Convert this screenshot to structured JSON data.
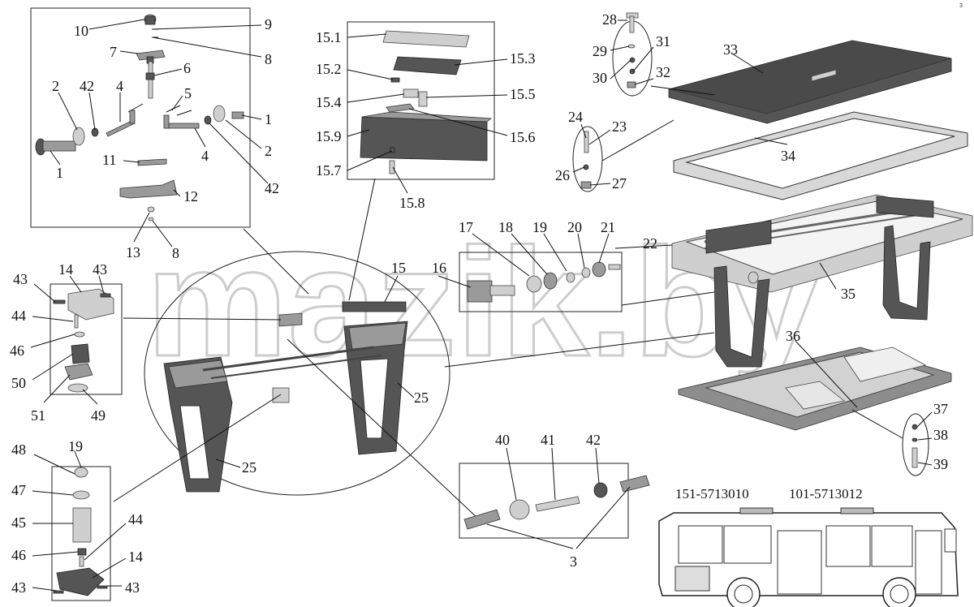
{
  "watermark": "mazik.by",
  "corner_mark": "3",
  "bus_codes": {
    "left": "151-5713010",
    "right": "101-5713012"
  },
  "callouts": {
    "c10": "10",
    "c9": "9",
    "c8a": "8",
    "c7": "7",
    "c6": "6",
    "c2a": "2",
    "c42a": "42",
    "c4a": "4",
    "c5": "5",
    "c1a": "1",
    "c2b": "2",
    "c1b": "1",
    "c4b": "4",
    "c42b": "42",
    "c11": "11",
    "c12": "12",
    "c13": "13",
    "c8b": "8",
    "c151": "15.1",
    "c152": "15.2",
    "c153": "15.3",
    "c154": "15.4",
    "c155": "15.5",
    "c159": "15.9",
    "c156": "15.6",
    "c157": "15.7",
    "c158": "15.8",
    "c28": "28",
    "c29": "29",
    "c31": "31",
    "c30": "30",
    "c32": "32",
    "c33": "33",
    "c24": "24",
    "c23": "23",
    "c26": "26",
    "c27": "27",
    "c34": "34",
    "c17": "17",
    "c18": "18",
    "c19a": "19",
    "c20": "20",
    "c21": "21",
    "c22": "22",
    "c15": "15",
    "c16": "16",
    "c35": "35",
    "c36": "36",
    "c43a": "43",
    "c14a": "14",
    "c43b": "43",
    "c44a": "44",
    "c46a": "46",
    "c50": "50",
    "c51": "51",
    "c49": "49",
    "c25a": "25",
    "c25b": "25",
    "c37": "37",
    "c38": "38",
    "c39": "39",
    "c48": "48",
    "c19b": "19",
    "c47": "47",
    "c45": "45",
    "c44b": "44",
    "c46b": "46",
    "c14b": "14",
    "c43c": "43",
    "c43d": "43",
    "c40": "40",
    "c41": "41",
    "c42c": "42",
    "c3": "3"
  }
}
